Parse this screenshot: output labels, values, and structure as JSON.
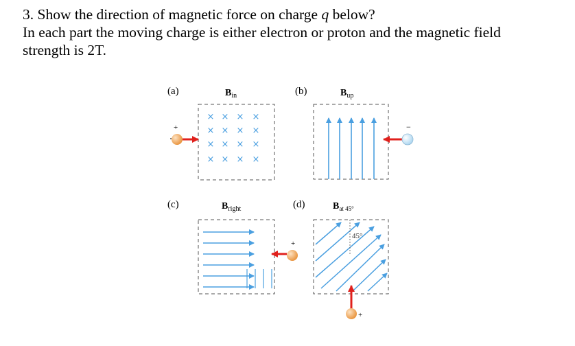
{
  "question": {
    "line1_prefix": "3. Show the direction of magnetic force on charge ",
    "line1_var": "q",
    "line1_suffix": " below?",
    "line2": "In each part the moving charge is either electron or proton and the magnetic field",
    "line3": "strength is 2T."
  },
  "figure": {
    "colors": {
      "field": "#4a9fe0",
      "force": "#e0201c",
      "proton": "#f0a050",
      "electron": "#c8e8fa",
      "box": "#555555"
    },
    "panels": [
      {
        "label": "(a)",
        "field_letter": "B",
        "field_sub": "in",
        "charge_sign": "+",
        "field_icon": "x-mark-icon"
      },
      {
        "label": "(b)",
        "field_letter": "B",
        "field_sub": "up",
        "charge_sign": "−",
        "field_icon": "arrow-up-icon"
      },
      {
        "label": "(c)",
        "field_letter": "B",
        "field_sub": "right",
        "charge_sign": "+",
        "field_icon": "arrow-right-icon"
      },
      {
        "label": "(d)",
        "field_letter": "B",
        "field_sub": "at 45°",
        "charge_sign": "+",
        "angle_label": "45°",
        "field_icon": "arrow-diagonal-icon"
      }
    ]
  }
}
